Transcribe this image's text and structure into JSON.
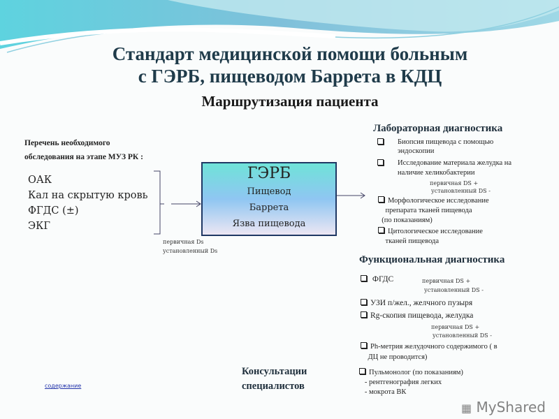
{
  "title": {
    "line1": "Стандарт медицинской помощи больным",
    "line2": "с ГЭРБ, пищеводом Баррета в  КДЦ",
    "subtitle": "Маршрутизация пациента"
  },
  "left": {
    "heading1": "Перечень необходимого",
    "heading2": " обследования на этапе МУЗ РК :",
    "items": [
      "ОАК",
      "Кал на скрытую кровь",
      "ФГДС (±)",
      "ЭКГ"
    ],
    "ds1": "первичная  Ds",
    "ds2": "установленный  Ds"
  },
  "box": {
    "title": "ГЭРБ",
    "lines": [
      "Пищевод",
      "Баррета",
      "Язва пищевода"
    ]
  },
  "lab": {
    "heading": "Лабораторная диагностика",
    "items": [
      [
        "Биопсия пищевода с помощью",
        "эндоскопии"
      ],
      [
        "Исследование материала  желудка  на",
        "наличие   хеликобактерии"
      ],
      [
        "Морфологическое исследование",
        "препарата   тканей пищевода",
        "(по показаниям)"
      ],
      [
        "Цитологическое исследование",
        "тканей  пищевода"
      ]
    ],
    "ds1": "первичная DS  +",
    "ds2": "установленный DS  -"
  },
  "func": {
    "heading": "Функциональная диагностика",
    "fgds": "ФГДС",
    "fgds_ds1": "первичная  DS  +",
    "fgds_ds2": "установленный  DS  -",
    "uzi": "УЗИ п/жел., желчного пузыря",
    "rg": "Rg-скопия пищевода, желудка",
    "rg_ds1": "первичная DS  +",
    "rg_ds2": "установленный DS  -",
    "ph1": "Ph-метрия желудочного содержимого ( в",
    "ph2": "ДЦ не проводится)"
  },
  "consult": {
    "heading1": "Консультации",
    "heading2": "специалистов",
    "l1": "Пульмонолог (по показаниям)",
    "l2": "- рентгенография легких",
    "l3": "- мокрота ВК"
  },
  "link": "содержание",
  "watermark": "MyShared"
}
